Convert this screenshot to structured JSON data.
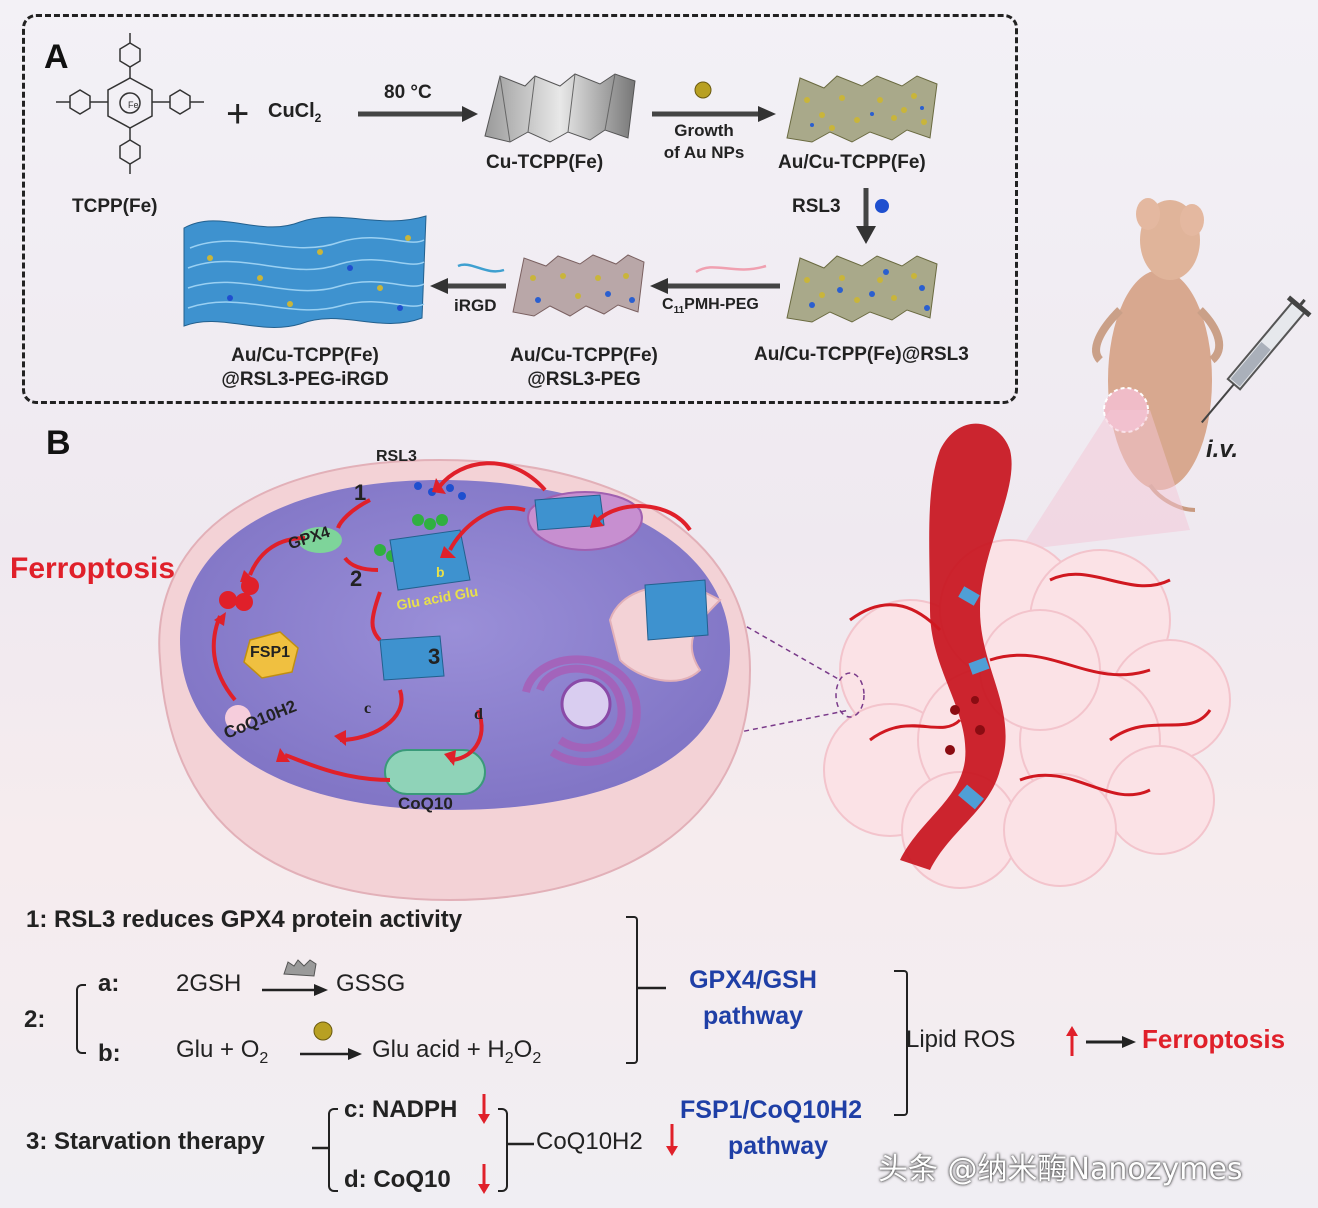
{
  "panel_a": {
    "letter": "A",
    "tcpp_label": "TCPP(Fe)",
    "plus": "+",
    "cucl2": "CuCl",
    "cucl2_sub": "2",
    "temp": "80 °C",
    "cu_tcpp": "Cu-TCPP(Fe)",
    "growth_line1": "Growth",
    "growth_line2": "of Au NPs",
    "au_cu_tcpp": "Au/Cu-TCPP(Fe)",
    "rsl3": "RSL3",
    "au_rsl3": "Au/Cu-TCPP(Fe)@RSL3",
    "c11_prefix": "C",
    "c11_sub": "11",
    "c11_rest": "PMH-PEG",
    "peg_line1": "Au/Cu-TCPP(Fe)",
    "peg_line2": "@RSL3-PEG",
    "irgd": "iRGD",
    "final_line1": "Au/Cu-TCPP(Fe)",
    "final_line2": "@RSL3-PEG-iRGD"
  },
  "panel_b": {
    "letter": "B",
    "iv": "i.v.",
    "ferroptosis": "Ferroptosis",
    "rsl3": "RSL3",
    "gpx4": "GPX4",
    "fsp1": "FSP1",
    "coq10h2": "CoQ10H2",
    "coq10": "CoQ10",
    "step1": "1",
    "step2": "2",
    "step3": "3",
    "glu_acid_glu": "Glu acid Glu",
    "b_small": "b",
    "c_small": "c",
    "d_small": "d"
  },
  "legend": {
    "line1": "1: RSL3 reduces GPX4 protein activity",
    "two_label": "2:",
    "a_label": "a:",
    "a_left": "2GSH",
    "a_right": "GSSG",
    "b_label": "b:",
    "b_eq_1": "Glu + O",
    "b_eq_1_sub": "2",
    "b_eq_2": "Glu acid + H",
    "b_eq_2_sub1": "2",
    "b_eq_2_o": "O",
    "b_eq_2_sub2": "2",
    "gpx4_pathway_1": "GPX4/GSH",
    "gpx4_pathway_2": "pathway",
    "lipid_ros": "Lipid ROS",
    "ferroptosis": "Ferroptosis",
    "three_label": "3: Starvation therapy",
    "c_label": "c: NADPH",
    "d_label": "d: CoQ10",
    "coq10h2": "CoQ10H2",
    "fsp1_pathway_1": "FSP1/CoQ10H2",
    "fsp1_pathway_2": "pathway",
    "watermark": "头条 @纳米酶Nanozymes"
  }
}
